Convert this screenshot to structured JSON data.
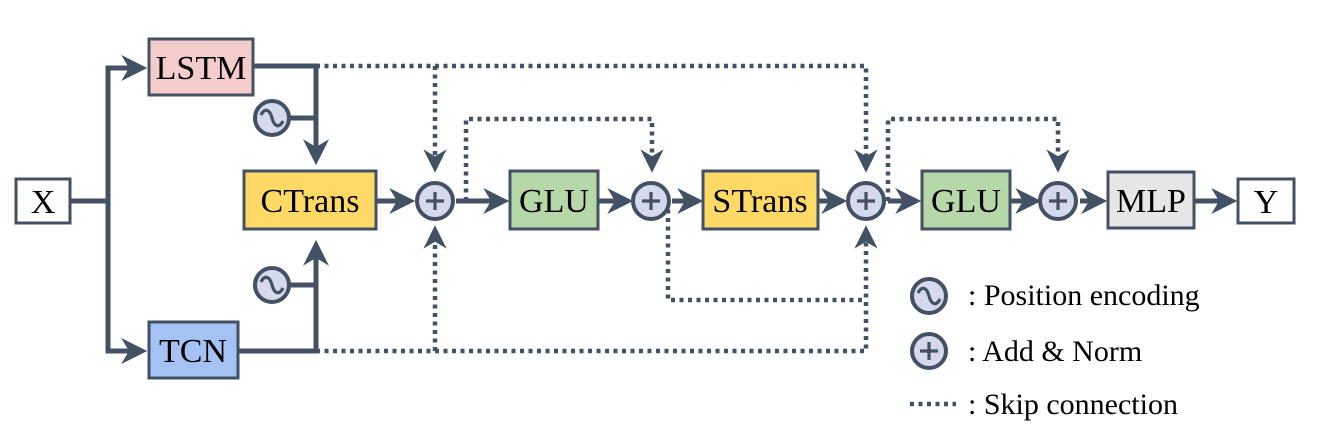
{
  "diagram": {
    "nodes": {
      "x": "X",
      "lstm": "LSTM",
      "tcn": "TCN",
      "ctrans": "CTrans",
      "glu1": "GLU",
      "strans": "STrans",
      "glu2": "GLU",
      "mlp": "MLP",
      "y": "Y"
    },
    "legend": {
      "position_encoding": ": Position encoding",
      "add_norm": ": Add & Norm",
      "skip_connection": ": Skip connection"
    },
    "colors": {
      "line": "#435164",
      "lstm_fill": "#f4cccc",
      "tcn_fill": "#a4c2f4",
      "trans_fill": "#ffd966",
      "glu_fill": "#b6d7a8",
      "mlp_fill": "#e6e6e6",
      "io_fill": "#ffffff",
      "op_fill": "#d4d9ec"
    },
    "icons": {
      "position_encoding": "sine-wave-circle-icon",
      "add_norm": "circled-plus-icon",
      "skip_connection": "dotted-line-icon"
    }
  }
}
